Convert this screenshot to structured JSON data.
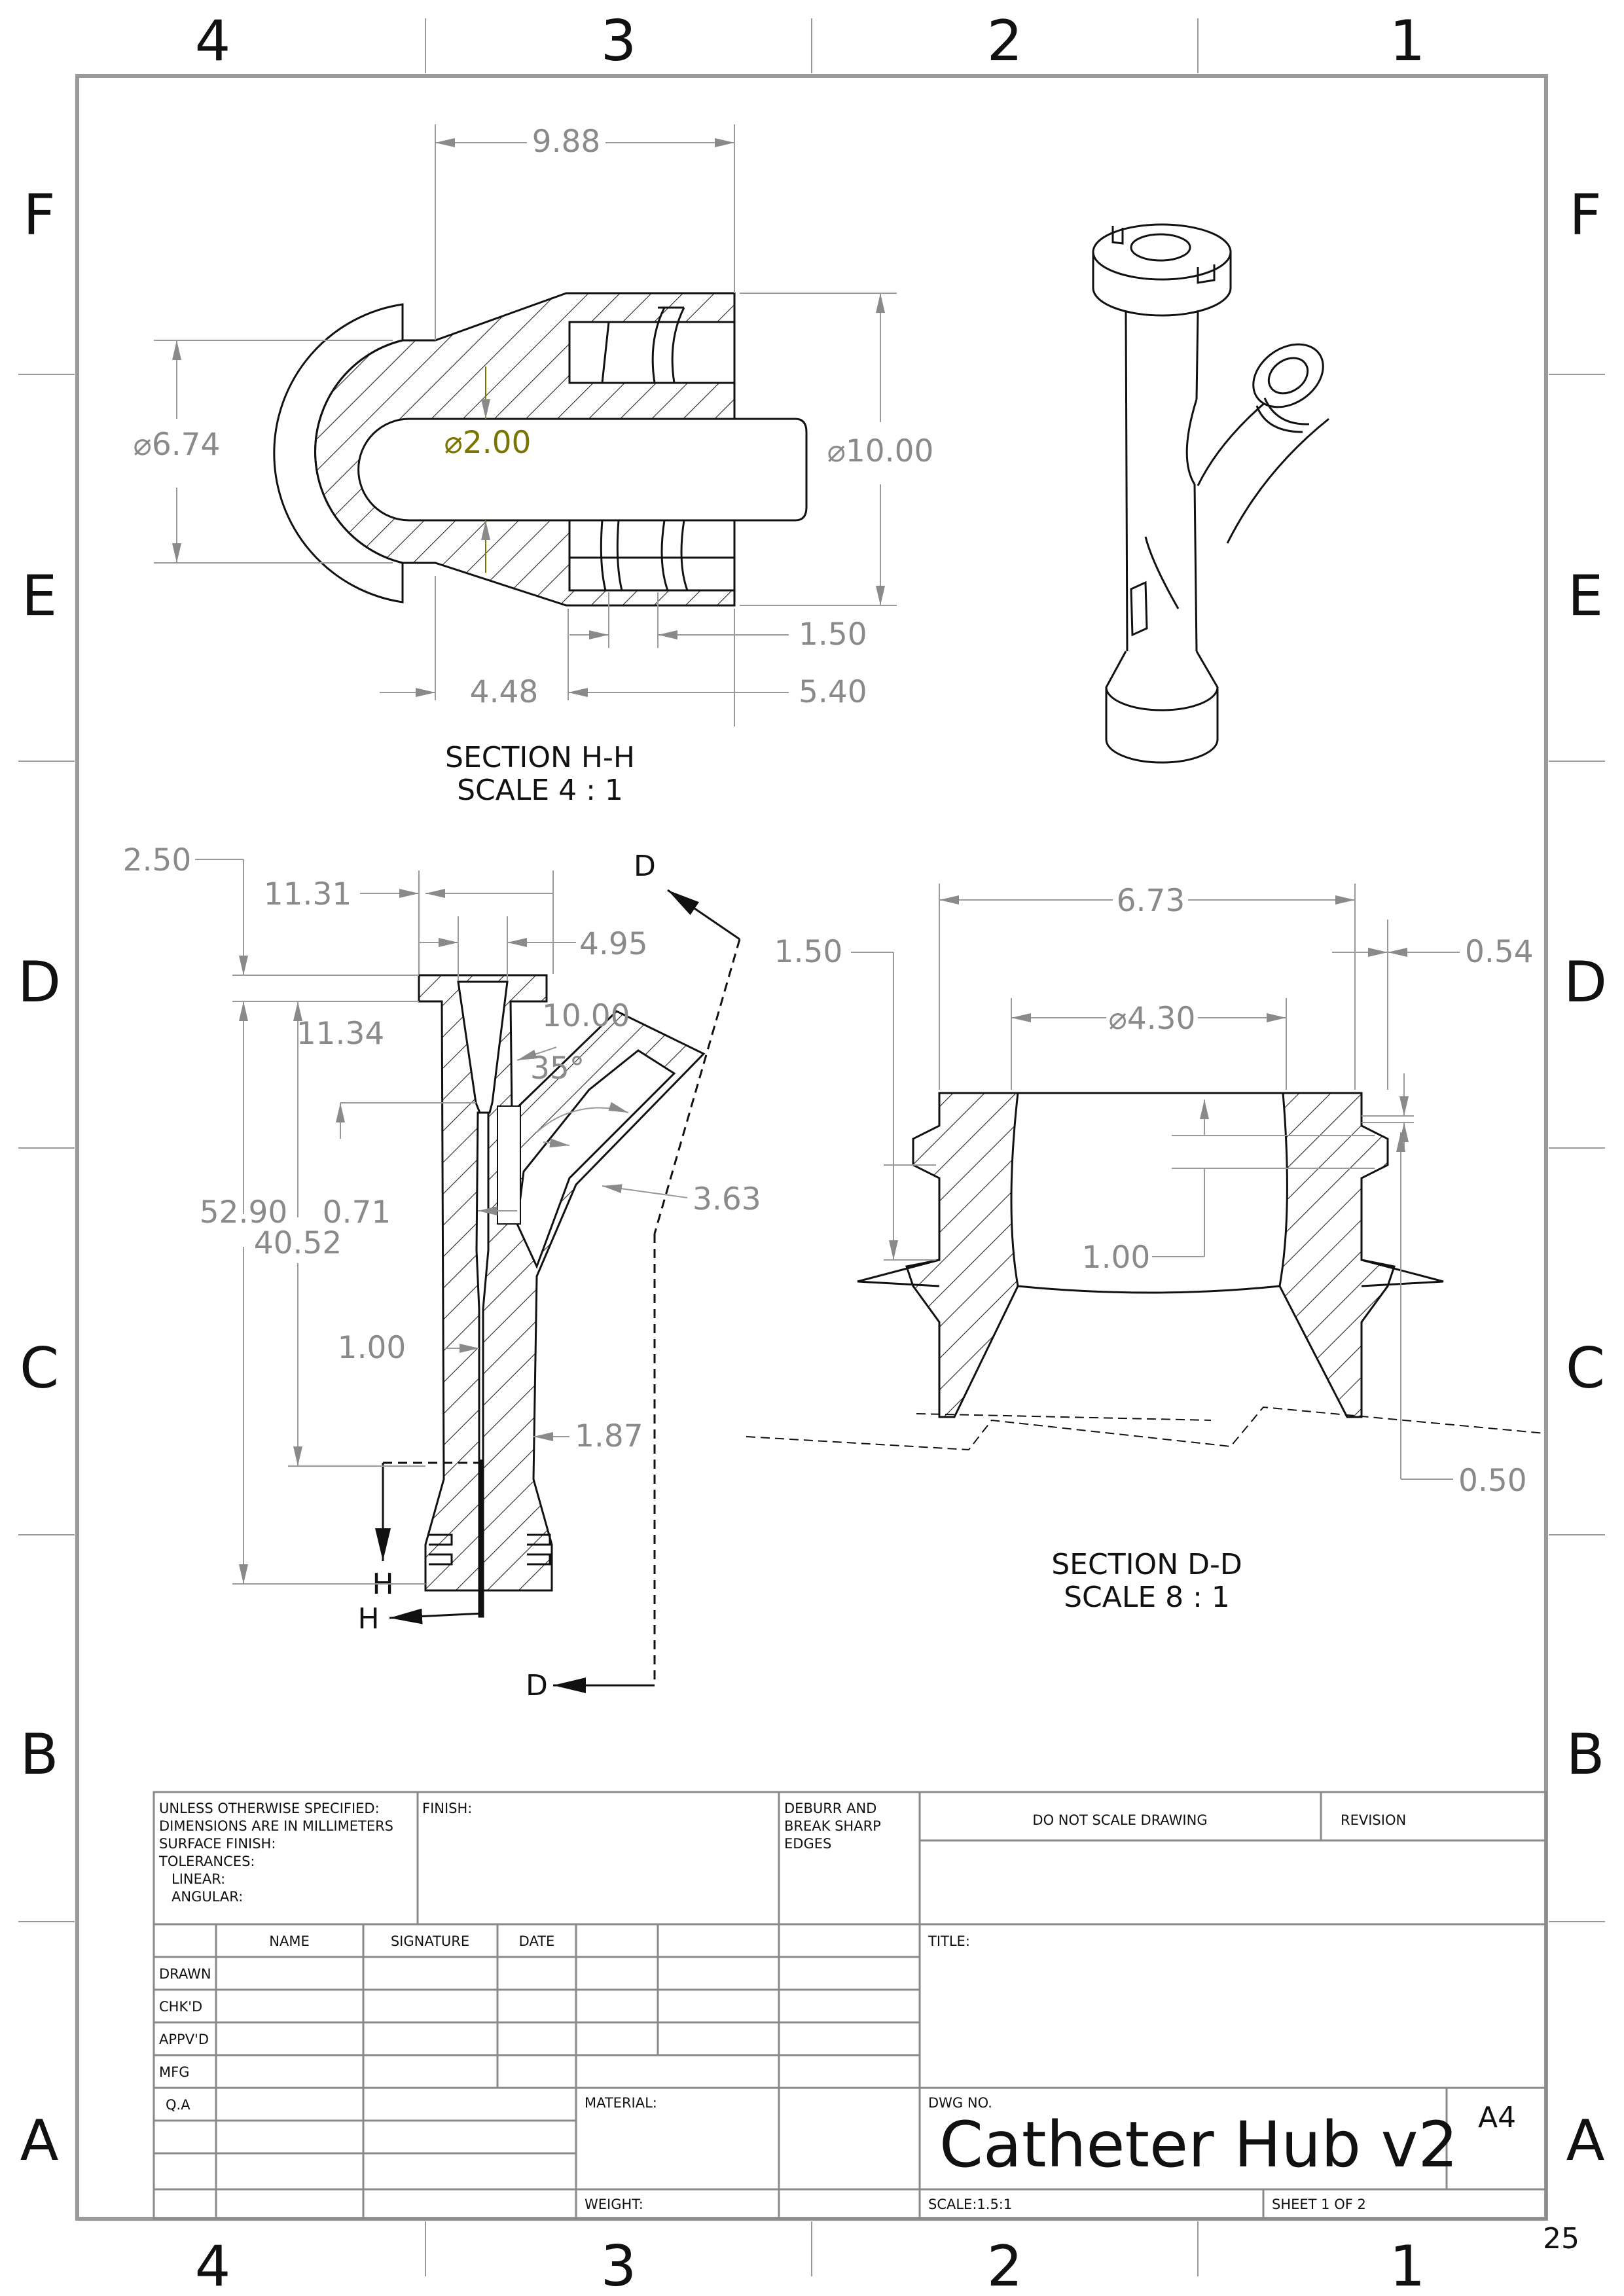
{
  "zones": {
    "columns": [
      "4",
      "3",
      "2",
      "1"
    ],
    "rows": [
      "F",
      "E",
      "D",
      "C",
      "B",
      "A"
    ]
  },
  "views": {
    "section_hh": {
      "title": "SECTION H-H",
      "scale": "SCALE 4 : 1",
      "dims": {
        "d988": "9.88",
        "d674": "6.74",
        "d200": "2.00",
        "d1000": "10.00",
        "d150": "1.50",
        "d448": "4.48",
        "d540": "5.40"
      }
    },
    "front": {
      "dims": {
        "d250": "2.50",
        "d1131": "11.31",
        "d495": "4.95",
        "d1000": "10.00",
        "d1134": "11.34",
        "d35": "35°",
        "d5290": "52.90",
        "d071": "0.71",
        "d363": "3.63",
        "d4052": "40.52",
        "d100": "1.00",
        "d187": "1.87"
      },
      "cut_labels": {
        "d_top": "D",
        "d_bottom": "D",
        "h_vertical": "H",
        "h_horizontal": "H"
      }
    },
    "section_dd": {
      "title": "SECTION D-D",
      "scale": "SCALE 8 : 1",
      "dims": {
        "d673": "6.73",
        "d150": "1.50",
        "d054": "0.54",
        "d430": "4.30",
        "d100": "1.00",
        "d050": "0.50"
      }
    }
  },
  "title_block": {
    "unless": [
      "UNLESS OTHERWISE SPECIFIED:",
      "DIMENSIONS ARE IN MILLIMETERS",
      "SURFACE FINISH:",
      "TOLERANCES:",
      "LINEAR:",
      "ANGULAR:"
    ],
    "finish": "FINISH:",
    "deburr": [
      "DEBURR AND",
      "BREAK SHARP",
      "EDGES"
    ],
    "do_not_scale": "DO NOT SCALE DRAWING",
    "revision": "REVISION",
    "headers": {
      "name": "NAME",
      "signature": "SIGNATURE",
      "date": "DATE"
    },
    "rows": [
      "DRAWN",
      "CHK'D",
      "APPV'D",
      "MFG",
      "Q.A"
    ],
    "title_label": "TITLE:",
    "material": "MATERIAL:",
    "weight": "WEIGHT:",
    "dwg_no_label": "DWG NO.",
    "dwg_no": "Catheter Hub v2",
    "size": "A4",
    "scale": "SCALE:1.5:1",
    "sheet": "SHEET 1 OF 2"
  },
  "page_number": "25"
}
